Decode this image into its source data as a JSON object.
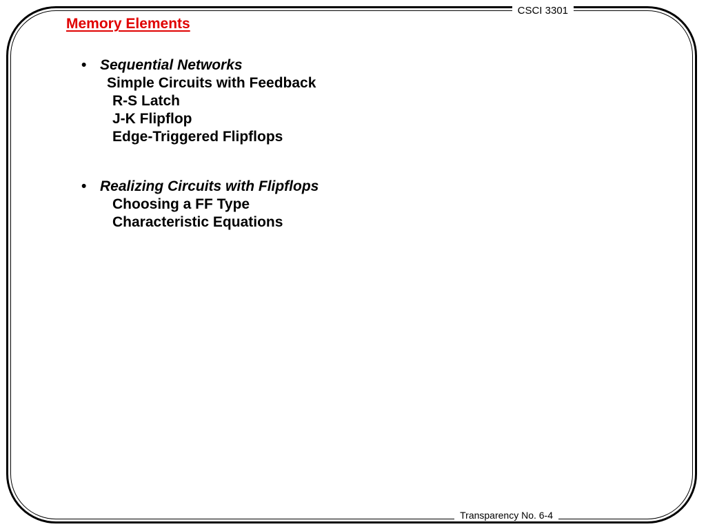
{
  "header": {
    "course": "CSCI 3301",
    "title": "Memory Elements"
  },
  "footer": {
    "label": "Transparency No. 6-4"
  },
  "colors": {
    "title": "#e00000",
    "text": "#000000",
    "background": "#ffffff"
  },
  "bullets": [
    {
      "mark": "•",
      "heading": "Sequential Networks",
      "items": [
        "Simple Circuits with Feedback",
        "R-S Latch",
        "J-K Flipflop",
        "Edge-Triggered Flipflops"
      ]
    },
    {
      "mark": "•",
      "heading": "Realizing Circuits with Flipflops",
      "items": [
        "Choosing a FF Type",
        "Characteristic Equations"
      ]
    }
  ]
}
